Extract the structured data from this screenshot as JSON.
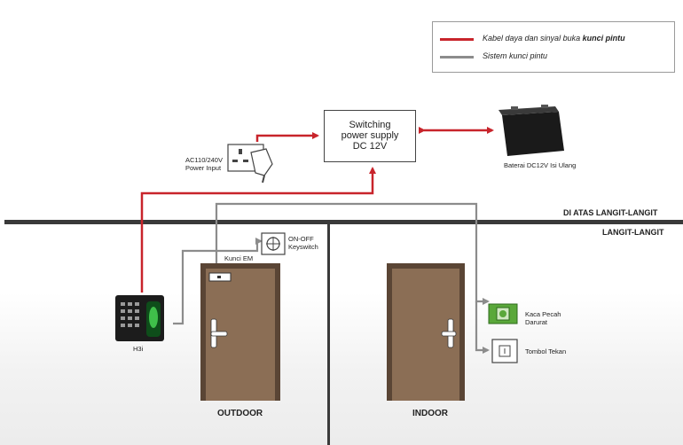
{
  "legend": {
    "red_text_prefix": "Kabel daya dan sinyal buka ",
    "red_text_bold": "kunci pintu",
    "gray_text": "Sistem kunci pintu",
    "red_color": "#c8242b",
    "gray_color": "#8c8c8c"
  },
  "power_supply": {
    "line1": "Switching",
    "line2": "power supply",
    "line3": "DC 12V"
  },
  "labels": {
    "ac_input_line1": "AC110/240V",
    "ac_input_line2": "Power Input",
    "battery": "Baterai DC12V Isi Ulang",
    "above_ceiling": "DI ATAS LANGIT-LANGIT",
    "ceiling": "LANGIT-LANGIT",
    "keyswitch_line1": "ON-OFF",
    "keyswitch_line2": "Keyswitch",
    "em_lock": "Kunci EM",
    "reader": "H3i",
    "break_glass_line1": "Kaca Pecah",
    "break_glass_line2": "Darurat",
    "push_button": "Tombol Tekan",
    "outdoor": "OUTDOOR",
    "indoor": "INDOOR"
  },
  "colors": {
    "ceiling_bar": "#3a3a3a",
    "door": "#8b6e55",
    "door_frame": "#5a4535",
    "break_glass": "#5aa83a"
  }
}
